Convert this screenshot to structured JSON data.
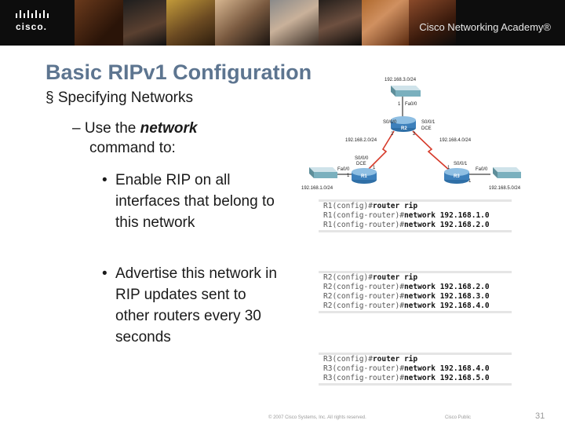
{
  "header": {
    "logo_text": "cisco.",
    "academy_label": "Cisco Networking Academy®"
  },
  "slide": {
    "title": "Basic RIPv1 Configuration",
    "bullet": "§ Specifying Networks",
    "sub_prefix": "– Use the ",
    "sub_emphasis": "network",
    "sub_suffix": "command to:",
    "point1": "Enable RIP on all interfaces that belong to this network",
    "point2": "Advertise this network in RIP updates sent to other routers every 30 seconds",
    "bullet_glyph": "•"
  },
  "topology": {
    "top_lan": "192.168.3.0/24",
    "left_lan": "192.168.1.0/24",
    "right_lan": "192.168.5.0/24",
    "r1": "R1",
    "r2": "R2",
    "r3": "R3",
    "r2_fa": "Fa0/0",
    "r2_s00": "S0/0/0",
    "r2_s01": "S0/0/1",
    "dce_left": "DCE",
    "dce_r2": "DCE",
    "link_left": "192.168.2.0/24",
    "link_right": "192.168.4.0/24",
    "r1_s00": "S0/0/0",
    "r1_fa": "Fa0/0",
    "r3_s01": "S0/0/1",
    "r3_fa": "Fa0/0",
    "if1": "1",
    "if2": "2",
    "if3": "1",
    "if4": "2",
    "if5": "1",
    "if6": "1",
    "if7": "1"
  },
  "code_blocks": [
    [
      {
        "prompt": "R1(config)#",
        "cmd": "router rip"
      },
      {
        "prompt": "R1(config-router)#",
        "cmd": "network 192.168.1.0"
      },
      {
        "prompt": "R1(config-router)#",
        "cmd": "network 192.168.2.0"
      }
    ],
    [
      {
        "prompt": "R2(config)#",
        "cmd": "router rip"
      },
      {
        "prompt": "R2(config-router)#",
        "cmd": "network 192.168.2.0"
      },
      {
        "prompt": "R2(config-router)#",
        "cmd": "network 192.168.3.0"
      },
      {
        "prompt": "R2(config-router)#",
        "cmd": "network 192.168.4.0"
      }
    ],
    [
      {
        "prompt": "R3(config)#",
        "cmd": "router rip"
      },
      {
        "prompt": "R3(config-router)#",
        "cmd": "network 192.168.4.0"
      },
      {
        "prompt": "R3(config-router)#",
        "cmd": "network 192.168.5.0"
      }
    ]
  ],
  "footer": {
    "copyright": "© 2007 Cisco Systems, Inc. All rights reserved.",
    "classification": "Cisco Public",
    "page_number": "31"
  },
  "colors": {
    "title": "#5d7590",
    "banner": "#0d0d0d",
    "link_red": "#d63a2a",
    "router_blue": "#2f6fa6"
  }
}
